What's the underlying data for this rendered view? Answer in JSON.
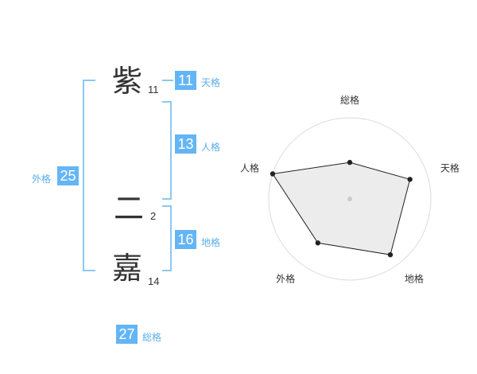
{
  "colors": {
    "accent": "#64b5f6",
    "bracket": "#8cc8f0",
    "label": "#5aaee8",
    "text": "#333333"
  },
  "name": {
    "chars": [
      {
        "char": "紫",
        "strokes": "11"
      },
      {
        "char": "二",
        "strokes": "2"
      },
      {
        "char": "嘉",
        "strokes": "14"
      }
    ]
  },
  "fortunes": {
    "tenkaku": {
      "value": "11",
      "label": "天格"
    },
    "jinkaku": {
      "value": "13",
      "label": "人格"
    },
    "chikaku": {
      "value": "16",
      "label": "地格"
    },
    "gaikaku": {
      "value": "25",
      "label": "外格"
    },
    "soukaku": {
      "value": "27",
      "label": "総格"
    }
  },
  "chart_data": {
    "type": "radar",
    "axes": [
      "総格",
      "天格",
      "地格",
      "外格",
      "人格"
    ],
    "values": [
      0.45,
      0.78,
      0.85,
      0.67,
      1.0
    ],
    "max": 1.0,
    "grid_rings": 5
  }
}
